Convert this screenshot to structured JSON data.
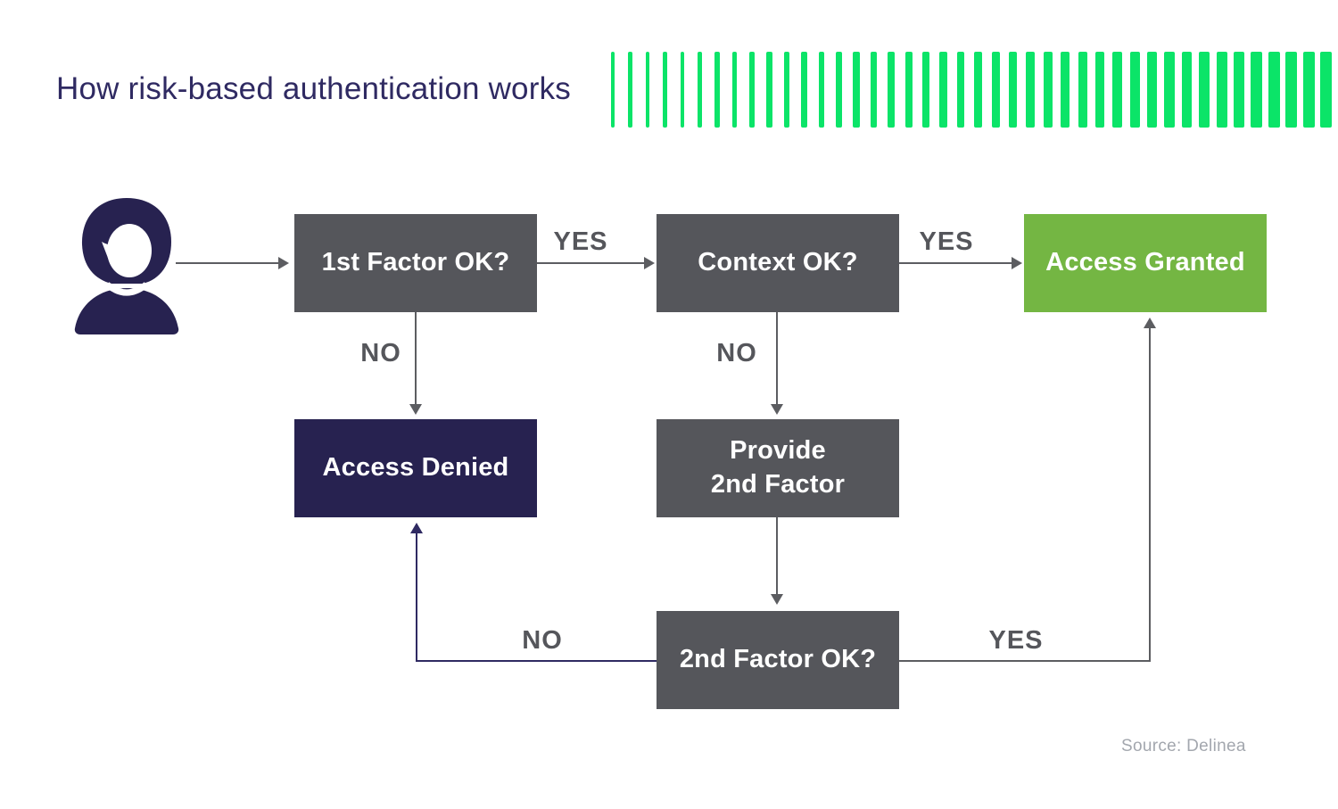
{
  "header": {
    "title": "How risk-based authentication works"
  },
  "footer": {
    "source": "Source: Delinea"
  },
  "colors": {
    "title_text": "#2F2A62",
    "navy_box": "#272250",
    "gray_box": "#55565B",
    "green_box": "#74B643",
    "bright_green_bars": "#0BE468",
    "connector_gray": "#5C5D61",
    "connector_navy": "#2F2A62",
    "edge_label_text": "#55565B",
    "source_text": "#A3A7AE",
    "box_text": "#FFFFFF",
    "background": "#FFFFFF"
  },
  "decor": {
    "bar_count": 42
  },
  "flowchart": {
    "nodes": {
      "first_factor": "1st Factor OK?",
      "context": "Context OK?",
      "access_granted": "Access Granted",
      "access_denied": "Access Denied",
      "provide_line1": "Provide",
      "provide_line2": "2nd Factor",
      "second_factor": "2nd Factor OK?"
    },
    "labels": {
      "yes_first_to_context": "YES",
      "yes_context_to_granted": "YES",
      "yes_second_to_granted": "YES",
      "no_first_to_denied": "NO",
      "no_context_to_provide": "NO",
      "no_second_to_denied": "NO"
    }
  }
}
